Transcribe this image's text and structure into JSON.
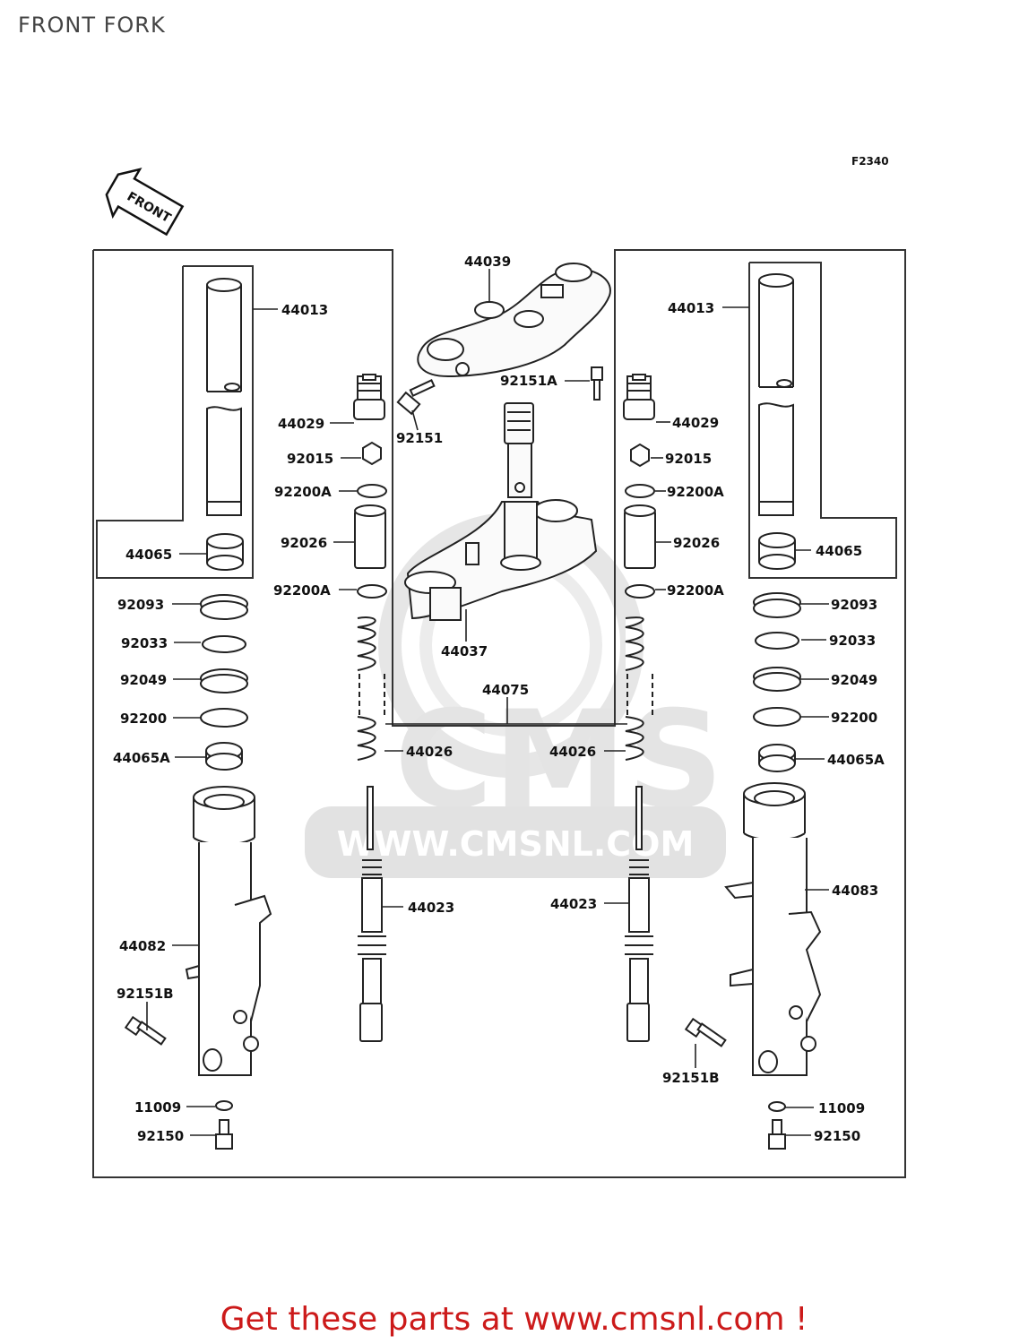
{
  "page": {
    "title": "FRONT FORK"
  },
  "diagram": {
    "figure_code": "F2340",
    "front_arrow_label": "FRONT",
    "watermark": {
      "logo": "CMS",
      "url": "WWW.CMSNL.COM"
    },
    "callouts": [
      {
        "id": "44039-top-bracket",
        "text": "44039"
      },
      {
        "id": "44013-left",
        "text": "44013"
      },
      {
        "id": "44013-right",
        "text": "44013"
      },
      {
        "id": "92151A",
        "text": "92151A"
      },
      {
        "id": "44029-left",
        "text": "44029"
      },
      {
        "id": "92151",
        "text": "92151"
      },
      {
        "id": "44029-right",
        "text": "44029"
      },
      {
        "id": "92015-left",
        "text": "92015"
      },
      {
        "id": "92015-right",
        "text": "92015"
      },
      {
        "id": "92200A-left-upper",
        "text": "92200A"
      },
      {
        "id": "92200A-right-upper",
        "text": "92200A"
      },
      {
        "id": "92026-left",
        "text": "92026"
      },
      {
        "id": "92026-right",
        "text": "92026"
      },
      {
        "id": "44065-left",
        "text": "44065"
      },
      {
        "id": "44065-right",
        "text": "44065"
      },
      {
        "id": "92200A-left-lower",
        "text": "92200A"
      },
      {
        "id": "92200A-right-lower",
        "text": "92200A"
      },
      {
        "id": "92093-left",
        "text": "92093"
      },
      {
        "id": "92093-right",
        "text": "92093"
      },
      {
        "id": "44037",
        "text": "44037"
      },
      {
        "id": "92033-left",
        "text": "92033"
      },
      {
        "id": "92033-right",
        "text": "92033"
      },
      {
        "id": "92049-left",
        "text": "92049"
      },
      {
        "id": "92049-right",
        "text": "92049"
      },
      {
        "id": "44075",
        "text": "44075"
      },
      {
        "id": "92200-left",
        "text": "92200"
      },
      {
        "id": "92200-right",
        "text": "92200"
      },
      {
        "id": "44065A-left",
        "text": "44065A"
      },
      {
        "id": "44065A-right",
        "text": "44065A"
      },
      {
        "id": "44026-left",
        "text": "44026"
      },
      {
        "id": "44026-right",
        "text": "44026"
      },
      {
        "id": "44083",
        "text": "44083"
      },
      {
        "id": "44023-left",
        "text": "44023"
      },
      {
        "id": "44023-right",
        "text": "44023"
      },
      {
        "id": "44082",
        "text": "44082"
      },
      {
        "id": "92151B-left",
        "text": "92151B"
      },
      {
        "id": "92151B-right",
        "text": "92151B"
      },
      {
        "id": "11009-left",
        "text": "11009"
      },
      {
        "id": "11009-right",
        "text": "11009"
      },
      {
        "id": "92150-left",
        "text": "92150"
      },
      {
        "id": "92150-right",
        "text": "92150"
      }
    ]
  },
  "footer": {
    "link_text": "Get these parts at www.cmsnl.com !"
  }
}
